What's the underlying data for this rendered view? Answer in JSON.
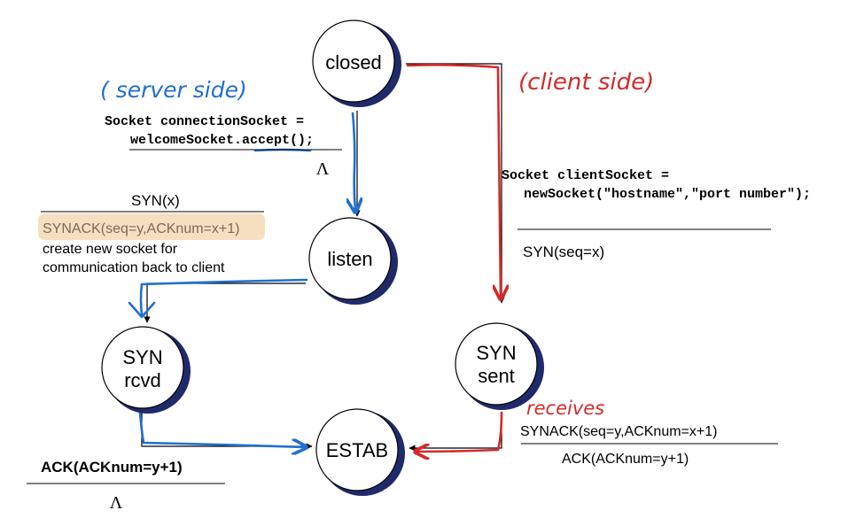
{
  "states": {
    "closed": "closed",
    "listen": "listen",
    "syn_rcvd_1": "SYN",
    "syn_rcvd_2": "rcvd",
    "syn_sent_1": "SYN",
    "syn_sent_2": "sent",
    "estab": "ESTAB"
  },
  "annotations": {
    "server_side": "( server side)",
    "client_side": "(client side)",
    "receives": "receives"
  },
  "transitions": {
    "closed_listen": {
      "code_line1": "Socket connectionSocket =",
      "code_line2_a": "welcomeSocket.",
      "code_line2_b": "accept();",
      "action": "Λ"
    },
    "listen_synrcvd": {
      "event": "SYN(x)",
      "action1": "SYNACK(seq=y,ACKnum=x+1)",
      "action2": "create new socket for",
      "action3": "communication back to client"
    },
    "closed_synsent": {
      "code_line1": "Socket clientSocket =",
      "code_line2": "newSocket(\"hostname\",\"port number\");",
      "action": "SYN(seq=x)"
    },
    "synsent_estab": {
      "event": "SYNACK(seq=y,ACKnum=x+1)",
      "action": "ACK(ACKnum=y+1)"
    },
    "synrcvd_estab": {
      "event": "ACK(ACKnum=y+1)",
      "action": "Λ"
    }
  },
  "colors": {
    "circle_fill": "#ffffff",
    "circle_stroke": "#000000",
    "circle_shadow": "#1f2a6b",
    "blue_ink": "#1f6fd1",
    "red_ink": "#d42a2a",
    "highlight": "#f6dfc0"
  }
}
